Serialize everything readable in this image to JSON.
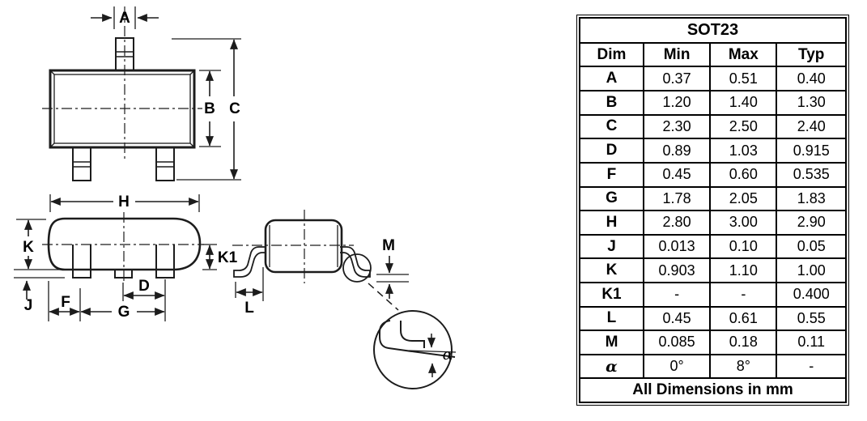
{
  "diagram": {
    "labels": {
      "a": "A",
      "b": "B",
      "c": "C",
      "h": "H",
      "k": "K",
      "j": "J",
      "f": "F",
      "g": "G",
      "d": "D",
      "k1": "K1",
      "l": "L",
      "m": "M",
      "alpha": "α"
    },
    "stroke_color": "#1c1c1c"
  },
  "table": {
    "title": "SOT23",
    "columns": [
      "Dim",
      "Min",
      "Max",
      "Typ"
    ],
    "rows": [
      {
        "dim": "A",
        "min": "0.37",
        "max": "0.51",
        "typ": "0.40"
      },
      {
        "dim": "B",
        "min": "1.20",
        "max": "1.40",
        "typ": "1.30"
      },
      {
        "dim": "C",
        "min": "2.30",
        "max": "2.50",
        "typ": "2.40"
      },
      {
        "dim": "D",
        "min": "0.89",
        "max": "1.03",
        "typ": "0.915"
      },
      {
        "dim": "F",
        "min": "0.45",
        "max": "0.60",
        "typ": "0.535"
      },
      {
        "dim": "G",
        "min": "1.78",
        "max": "2.05",
        "typ": "1.83"
      },
      {
        "dim": "H",
        "min": "2.80",
        "max": "3.00",
        "typ": "2.90"
      },
      {
        "dim": "J",
        "min": "0.013",
        "max": "0.10",
        "typ": "0.05"
      },
      {
        "dim": "K",
        "min": "0.903",
        "max": "1.10",
        "typ": "1.00"
      },
      {
        "dim": "K1",
        "min": "-",
        "max": "-",
        "typ": "0.400"
      },
      {
        "dim": "L",
        "min": "0.45",
        "max": "0.61",
        "typ": "0.55"
      },
      {
        "dim": "M",
        "min": "0.085",
        "max": "0.18",
        "typ": "0.11"
      },
      {
        "dim": "α",
        "min": "0°",
        "max": "8°",
        "typ": "-"
      }
    ],
    "footer": "All Dimensions in mm"
  }
}
